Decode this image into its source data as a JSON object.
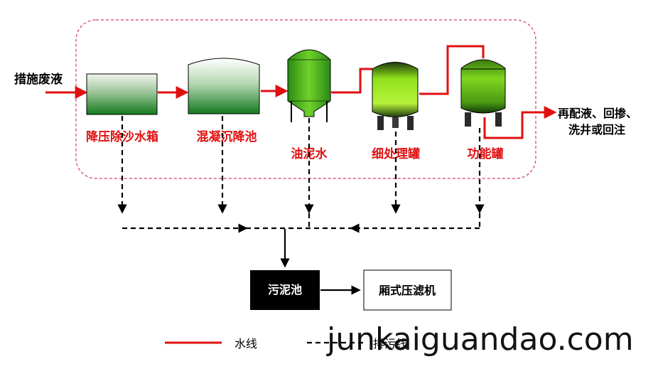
{
  "input_label": "措施废液",
  "output_label_line1": "再配液、回掺、",
  "output_label_line2": "洗井或回注",
  "units": [
    {
      "label": "降压除沙水箱",
      "shape": "box",
      "fill": "green-gradient"
    },
    {
      "label": "混凝沉降池",
      "shape": "tank-dome",
      "fill": "green-gradient"
    },
    {
      "label": "油泥水",
      "shape": "cone-vessel",
      "fill": "green"
    },
    {
      "label": "细处理罐",
      "shape": "vessel-legs",
      "fill": "lime-gradient"
    },
    {
      "label": "功能罐",
      "shape": "vessel-legs",
      "fill": "green"
    }
  ],
  "sludge_tank_label": "污泥池",
  "filter_press_label": "厢式压滤机",
  "legend": {
    "water_line": "水线",
    "sludge_line": "排污线"
  },
  "watermark": "junkaiguandao.com",
  "colors": {
    "water_line": "#e01010",
    "unit_label": "#e01010",
    "sludge_line": "#000000",
    "boundary": "#d63a6a",
    "sludge_tank_fill": "#000000"
  }
}
